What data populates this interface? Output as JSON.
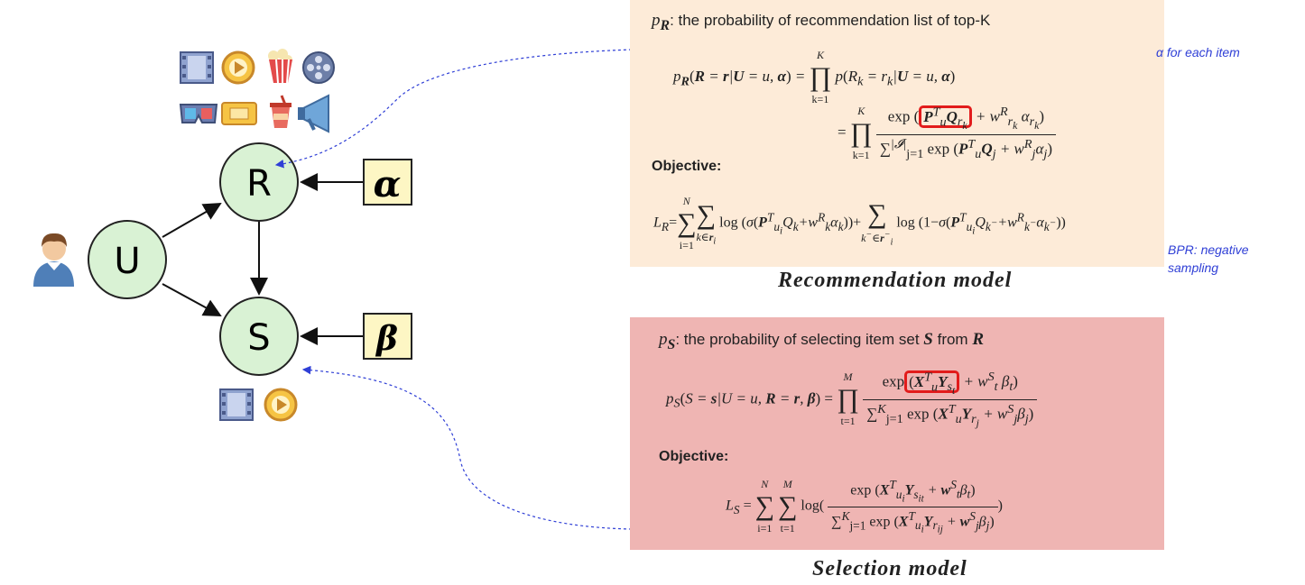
{
  "graph": {
    "nodes": {
      "u": "U",
      "r": "R",
      "s": "S"
    },
    "param_alpha": "α",
    "param_beta": "β",
    "icons_top": [
      "film-icon",
      "play-icon",
      "popcorn-icon",
      "reel-icon",
      "3d-glasses-icon",
      "ticket-icon",
      "drink-cup-icon",
      "megaphone-icon"
    ],
    "icons_bottom": [
      "film-icon",
      "play-icon"
    ],
    "user_icon": "user-avatar-icon"
  },
  "recommendation": {
    "title_text": ": the probability of recommendation list of top-K",
    "objective_label": "Objective:",
    "caption": "Recommendation model",
    "note_alpha": "α for each item",
    "note_bpr": "BPR: negative sampling"
  },
  "selection": {
    "title_text_1": ": the probability of selecting item set ",
    "title_text_2": " from ",
    "objective_label": "Objective:",
    "caption": "Selection model"
  },
  "colors": {
    "node_fill": "#d9f2d4",
    "param_fill": "#fdf6c4",
    "rec_panel": "#fdebd8",
    "sel_panel": "#efb5b3",
    "highlight_box": "#e21b1b",
    "dashed_arrow": "#2f3fd6"
  }
}
